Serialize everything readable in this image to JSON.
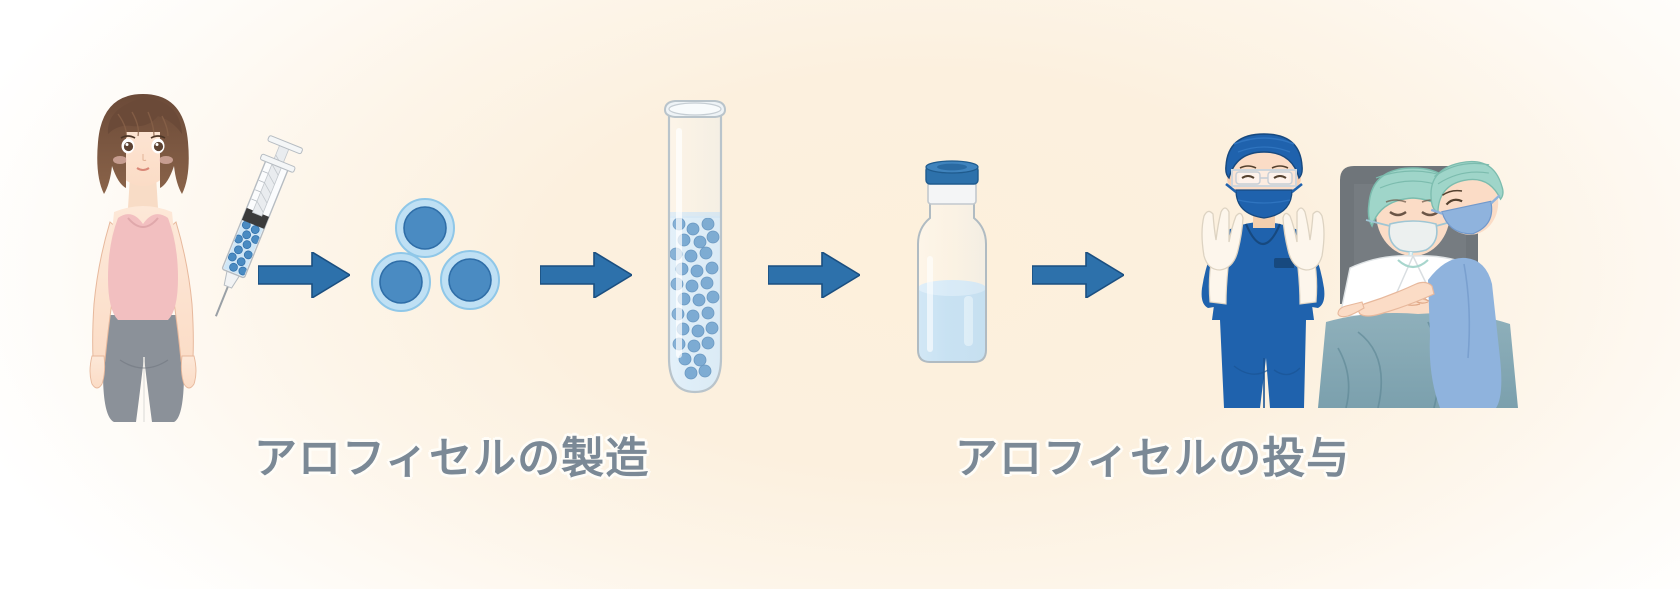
{
  "figure": {
    "type": "medical-process-illustration",
    "background_gradient": [
      "#ffffff",
      "#fbecd8",
      "#ffffff"
    ],
    "accent_color": "#2d71ab",
    "caption_color": "#7b8996",
    "cell_color": "#4a8bc2",
    "cell_membrane_color": "#b9ddf2"
  },
  "captions": {
    "manufacturing": "アロフィセルの製造",
    "administration": "アロフィセルの投与"
  },
  "steps": [
    {
      "id": "donor",
      "name": "donor-woman",
      "description": "健康なドナー女性"
    },
    {
      "id": "syringe",
      "name": "syringe-with-cells",
      "description": "細胞を採取した注射器"
    },
    {
      "id": "cells",
      "name": "stem-cell-cluster",
      "description": "幹細胞",
      "count": 3
    },
    {
      "id": "testtube",
      "name": "culture-test-tube",
      "description": "培養試験管"
    },
    {
      "id": "vial",
      "name": "product-vial",
      "description": "製剤バイアル"
    },
    {
      "id": "administration",
      "name": "operating-room-scene",
      "description": "手術室での投与"
    }
  ],
  "arrows": [
    {
      "id": "arrow-1",
      "from": "syringe",
      "to": "cells"
    },
    {
      "id": "arrow-2",
      "from": "cells",
      "to": "testtube"
    },
    {
      "id": "arrow-3",
      "from": "testtube",
      "to": "vial"
    },
    {
      "id": "arrow-4",
      "from": "vial",
      "to": "administration"
    }
  ],
  "people": [
    {
      "id": "donor",
      "role": "ドナー",
      "hair": "#6f4e3d",
      "top": "#f2bfc0",
      "bottoms": "#8b9199"
    },
    {
      "id": "surgeon",
      "role": "医師",
      "scrubs": "#1f62ad",
      "cap": "#1f62ad",
      "mask": "#1f62ad"
    },
    {
      "id": "patient",
      "role": "患者",
      "gown": "#ffffff",
      "cap": "#9fd5c9",
      "blanket": "#7fa8b4"
    },
    {
      "id": "nurse",
      "role": "看護師",
      "scrubs": "#8fb3dd",
      "cap": "#9fd5c9",
      "mask": "#8fb3dd"
    }
  ]
}
